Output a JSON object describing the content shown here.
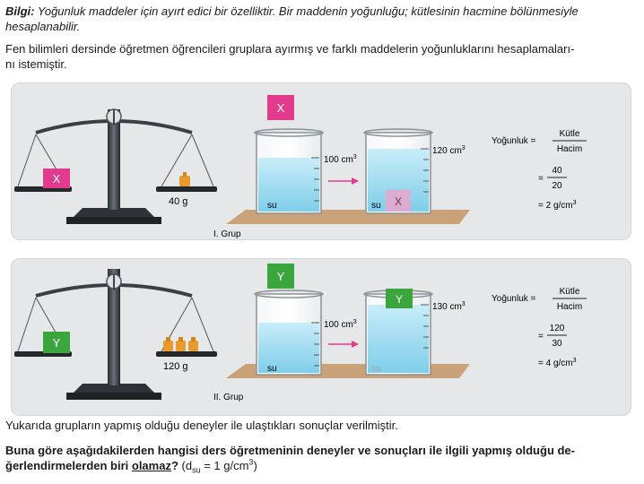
{
  "info": {
    "label": "Bilgi:",
    "line1": "Yoğunluk maddeler için ayırt edici bir özelliktir. Bir maddenin yoğunluğu; kütlesinin hacmine bölünmesiyle",
    "line2": "hesaplanabilir."
  },
  "intro": {
    "line1": "Fen bilimleri dersinde öğretmen öğrencileri gruplara ayırmış ve farklı maddelerin yoğunluklarını hesaplamaları-",
    "line2": "nı istemiştir."
  },
  "groups": [
    {
      "name": "I. Grup",
      "object": "X",
      "object_color": "#e23a8c",
      "mass": "40 g",
      "volume_before": "100 cm",
      "volume_after": "120 cm",
      "liquid": "su",
      "formula_label": "Yoğunluk =",
      "formula_num": "Kütle",
      "formula_den": "Hacim",
      "calc_eq": "=",
      "calc_num": "40",
      "calc_den": "20",
      "result": "= 2 g/cm"
    },
    {
      "name": "II. Grup",
      "object": "Y",
      "object_color": "#3aa63d",
      "mass": "120 g",
      "volume_before": "100 cm",
      "volume_after": "130 cm",
      "liquid": "su",
      "formula_label": "Yoğunluk =",
      "formula_num": "Kütle",
      "formula_den": "Hacim",
      "calc_eq": "=",
      "calc_num": "120",
      "calc_den": "30",
      "result": "= 4 g/cm"
    }
  ],
  "superscript": "3",
  "result_text": "Yukarıda grupların yapmış olduğu deneyler ile ulaştıkları sonuçlar verilmiştir.",
  "question": {
    "line1": "Buna göre aşağıdakilerden hangisi ders öğretmeninin deneyler ve sonuçları ile ilgili yapmış olduğu de-",
    "line2_start": "ğerlendirmelerden biri ",
    "emph": "olamaz",
    "qmark": "?",
    "note_open": " (d",
    "note_sub": "su",
    "note_mid": " = 1 g/cm",
    "note_sup": "3",
    "note_close": ")"
  }
}
